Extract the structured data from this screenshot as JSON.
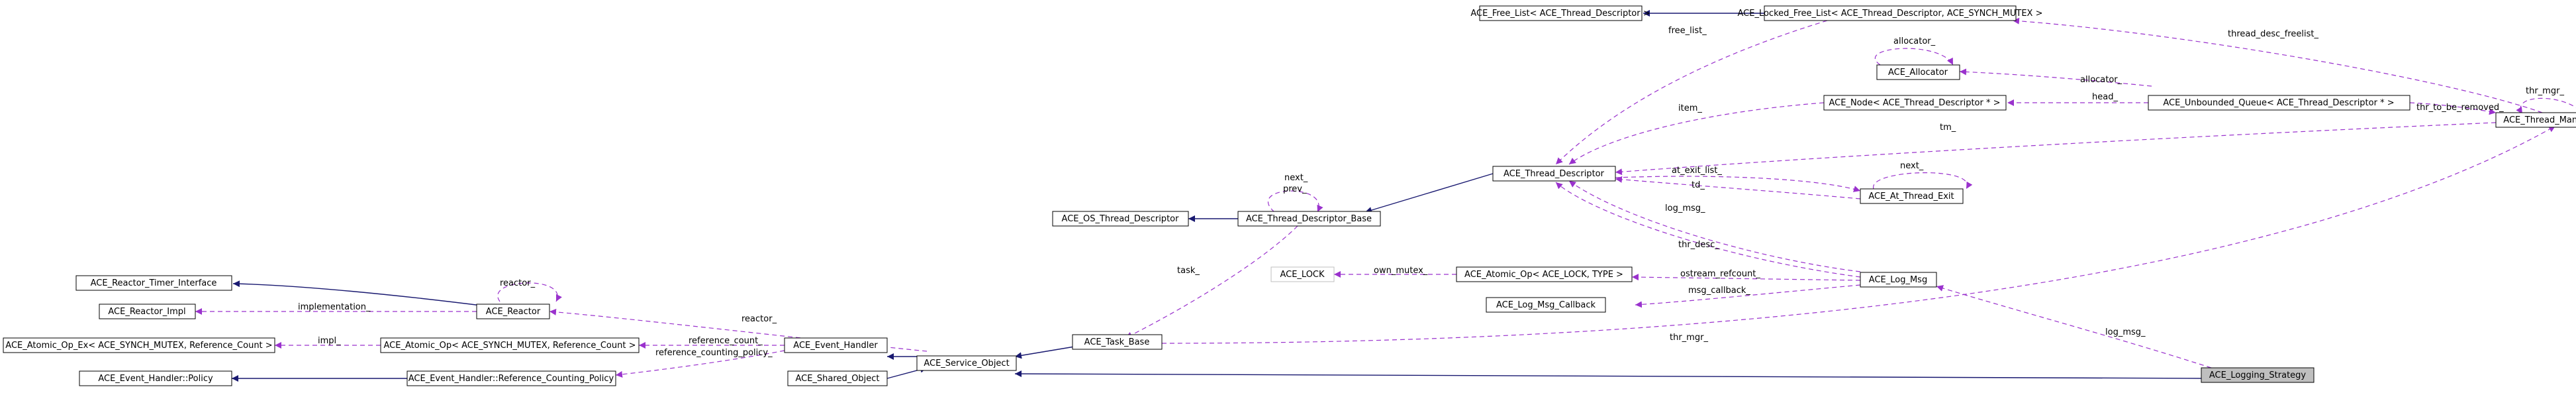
{
  "diagram": {
    "nodes": {
      "free_list": "ACE_Free_List< ACE_Thread_Descriptor >",
      "locked_free_list": "ACE_Locked_Free_List< ACE_Thread_Descriptor, ACE_SYNCH_MUTEX >",
      "allocator": "ACE_Allocator",
      "node_td": "ACE_Node< ACE_Thread_Descriptor * >",
      "unbounded_queue": "ACE_Unbounded_Queue< ACE_Thread_Descriptor * >",
      "thread_manager": "ACE_Thread_Manager",
      "thread_descriptor": "ACE_Thread_Descriptor",
      "at_thread_exit": "ACE_At_Thread_Exit",
      "os_thread_descriptor": "ACE_OS_Thread_Descriptor",
      "thread_descriptor_base": "ACE_Thread_Descriptor_Base",
      "lock": "ACE_LOCK",
      "atomic_op_lock": "ACE_Atomic_Op< ACE_LOCK, TYPE >",
      "log_msg": "ACE_Log_Msg",
      "log_msg_callback": "ACE_Log_Msg_Callback",
      "reactor_timer_interface": "ACE_Reactor_Timer_Interface",
      "reactor_impl": "ACE_Reactor_Impl",
      "reactor": "ACE_Reactor",
      "atomic_op_ex": "ACE_Atomic_Op_Ex< ACE_SYNCH_MUTEX, Reference_Count >",
      "atomic_op_refcount": "ACE_Atomic_Op< ACE_SYNCH_MUTEX, Reference_Count >",
      "event_handler": "ACE_Event_Handler",
      "task_base": "ACE_Task_Base",
      "service_object": "ACE_Service_Object",
      "event_handler_policy": "ACE_Event_Handler::Policy",
      "refcount_policy": "ACE_Event_Handler::Reference_Counting_Policy",
      "shared_object": "ACE_Shared_Object",
      "logging_strategy": "ACE_Logging_Strategy"
    },
    "labels": {
      "free_list_": "free_list_",
      "thread_desc_freelist_": "thread_desc_freelist_",
      "allocator_1": "allocator_",
      "allocator_2": "allocator_",
      "head_": "head_",
      "item_": "item_",
      "thr_to_be_removed_": "thr_to_be_removed_",
      "thr_mgr_1": "thr_mgr_",
      "tm_": "tm_",
      "at_exit_list_": "at_exit_list_",
      "td_": "td_",
      "next_1": "next_",
      "next_2": "next_",
      "prev_": "prev_",
      "log_msg_1": "log_msg_",
      "thr_desc_": "thr_desc_",
      "task_": "task_",
      "own_mutex_": "own_mutex_",
      "ostream_refcount_": "ostream_refcount_",
      "msg_callback_": "msg_callback_",
      "reactor_1": "reactor_",
      "reactor_2": "reactor_",
      "implementation_": "implementation_",
      "impl_": "impl_",
      "reference_count_": "reference_count_",
      "reference_counting_policy_": "reference_counting_policy_",
      "thr_mgr_2": "thr_mgr_",
      "log_msg_2": "log_msg_"
    },
    "colors": {
      "inheritance_edge": "#191970",
      "usage_edge": "#9a32cd",
      "focus_fill": "#bfbfbf",
      "ghost_border": "#bfbfbf"
    }
  }
}
